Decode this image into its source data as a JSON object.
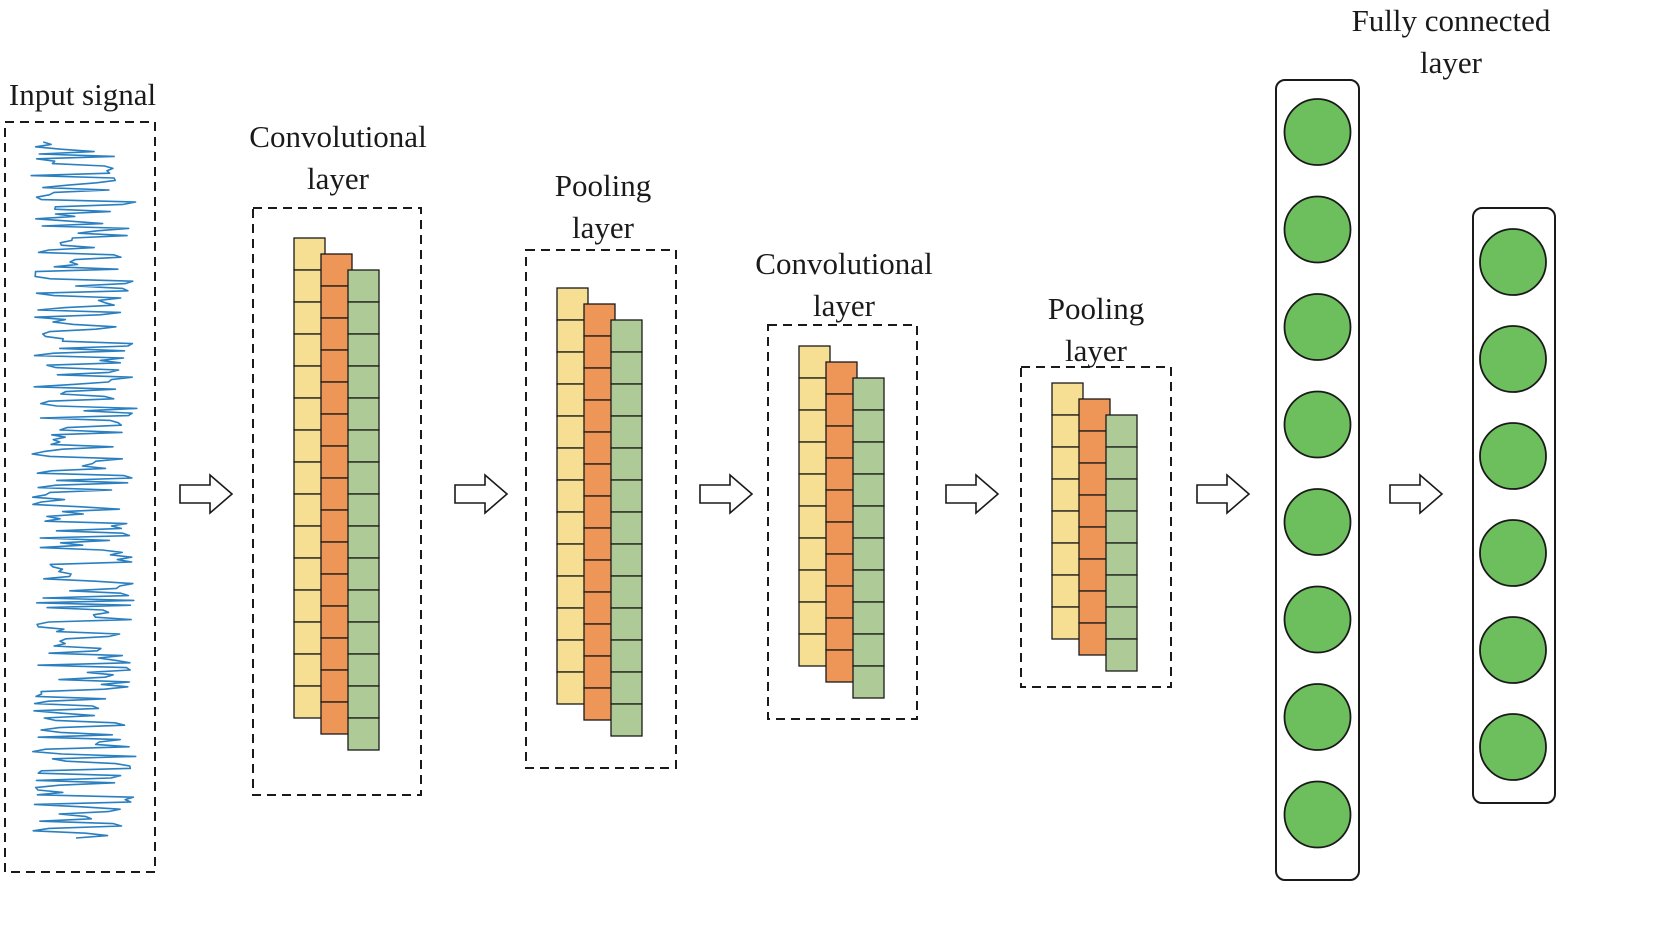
{
  "colors": {
    "signal": "#2a7fc0",
    "feature_map_1": "#f6df93",
    "feature_map_2": "#ee9558",
    "feature_map_3": "#aecb97",
    "neuron": "#6cbf5c",
    "stroke": "#1a1a1a"
  },
  "labels": {
    "input": "Input signal",
    "conv1_line1": "Convolutional",
    "conv1_line2": "layer",
    "pool1_line1": "Pooling",
    "pool1_line2": "layer",
    "conv2_line1": "Convolutional",
    "conv2_line2": "layer",
    "pool2_line1": "Pooling",
    "pool2_line2": "layer",
    "fc_line1": "Fully connected",
    "fc_line2": "layer"
  },
  "stages": [
    {
      "id": "conv1",
      "cells": 15
    },
    {
      "id": "pool1",
      "cells": 13
    },
    {
      "id": "conv2",
      "cells": 10
    },
    {
      "id": "pool2",
      "cells": 8
    }
  ],
  "fully_connected": {
    "layer1_neurons": 8,
    "layer2_neurons": 6
  },
  "arrow_icon": "hollow-right-arrow-icon"
}
